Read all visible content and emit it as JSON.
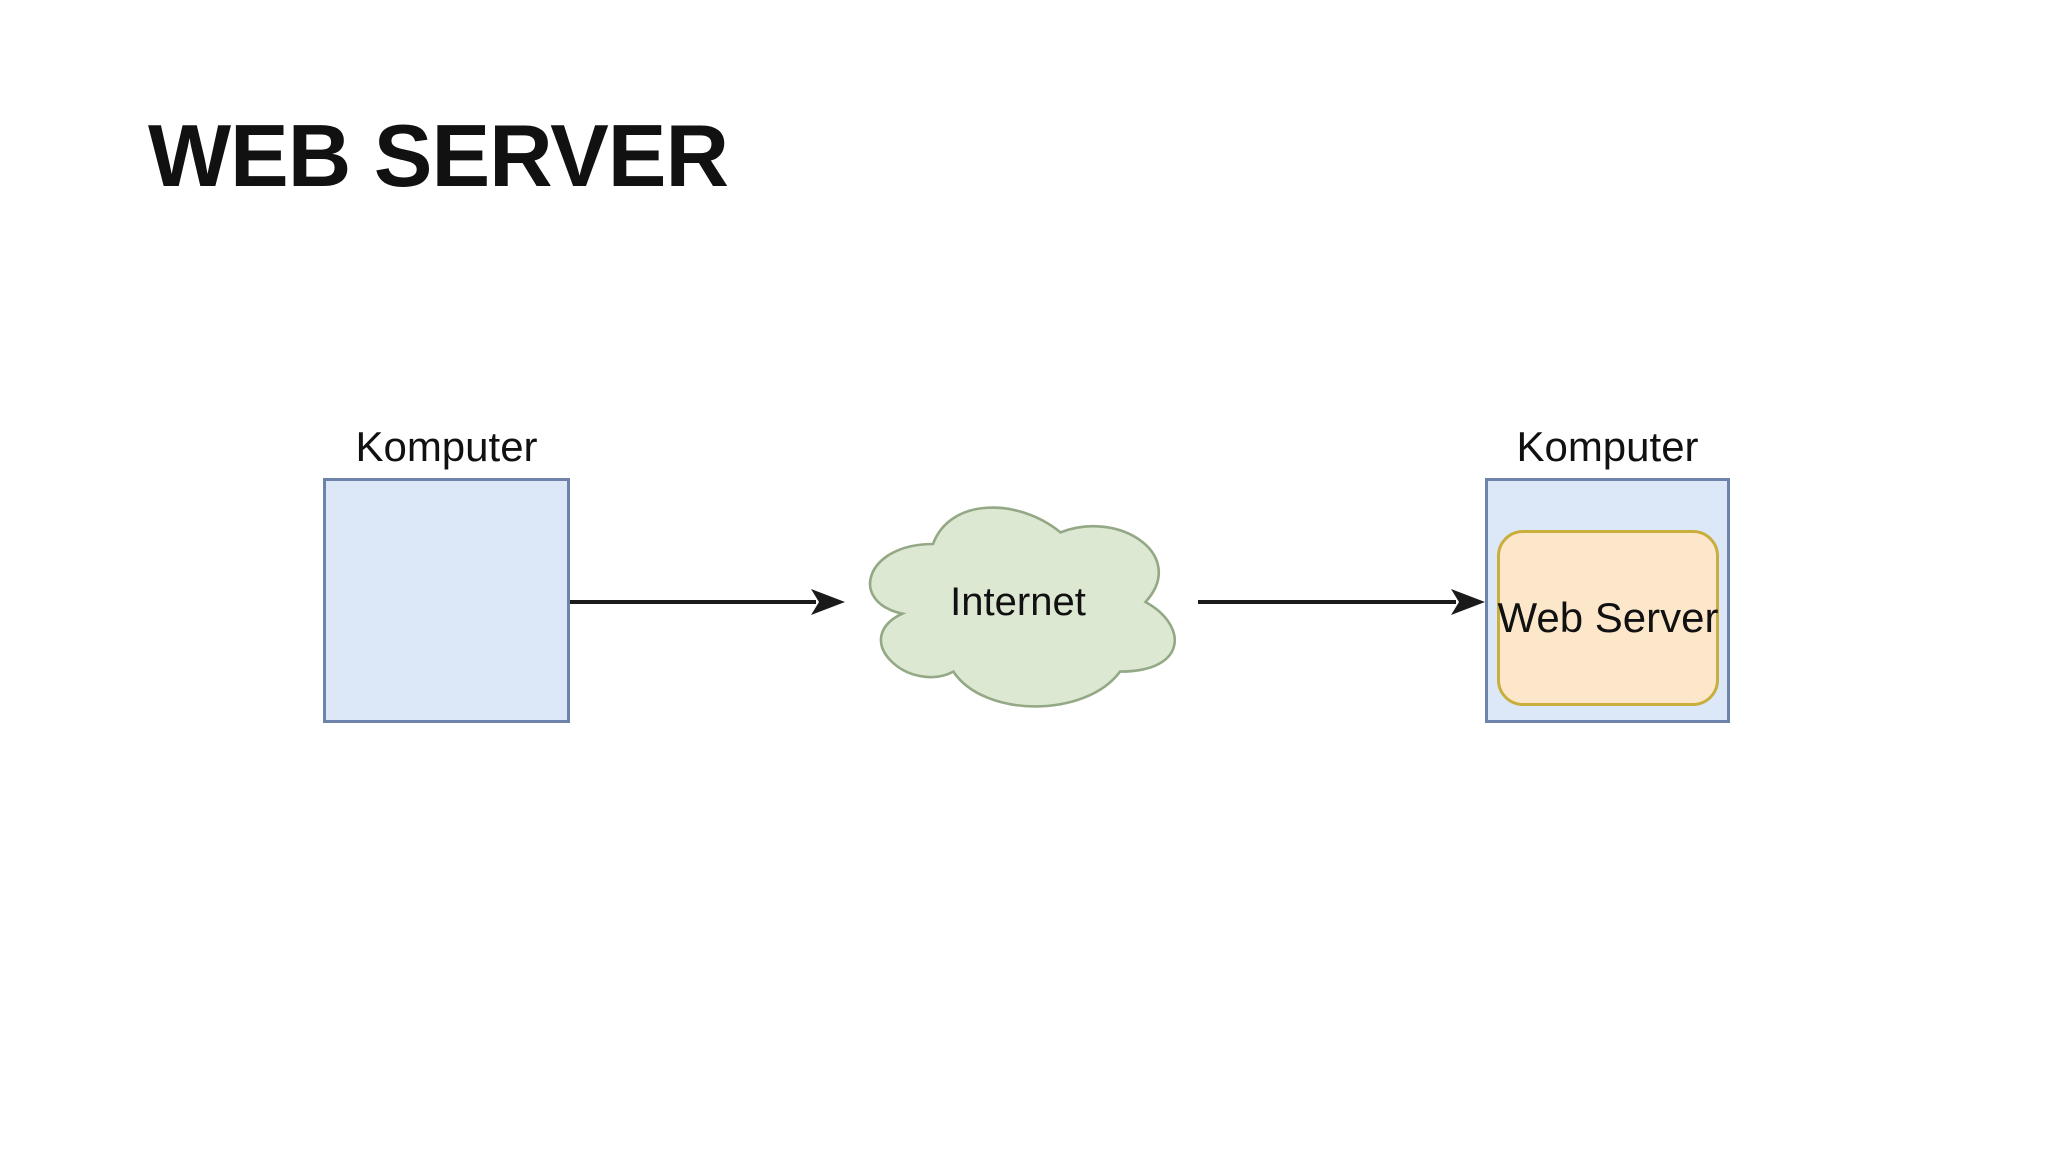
{
  "slide": {
    "title": "WEB SERVER"
  },
  "diagram": {
    "client_computer": {
      "label": "Komputer"
    },
    "internet_cloud": {
      "label": "Internet"
    },
    "server_computer": {
      "label": "Komputer",
      "web_server_label": "Web Server"
    },
    "icons": {
      "arrow_client_to_internet": "right-arrow",
      "arrow_internet_to_server": "right-arrow",
      "internet_shape": "cloud"
    }
  },
  "colors": {
    "background": "#ffffff",
    "title_text": "#111111",
    "label_text": "#111111",
    "computer_box_fill": "#dce8f8",
    "computer_box_border": "#6d83aa",
    "cloud_fill": "#dce8d2",
    "cloud_border": "#93a884",
    "web_server_fill": "#fde7cb",
    "web_server_border": "#c9ae3e",
    "arrow": "#1a1a1a"
  }
}
